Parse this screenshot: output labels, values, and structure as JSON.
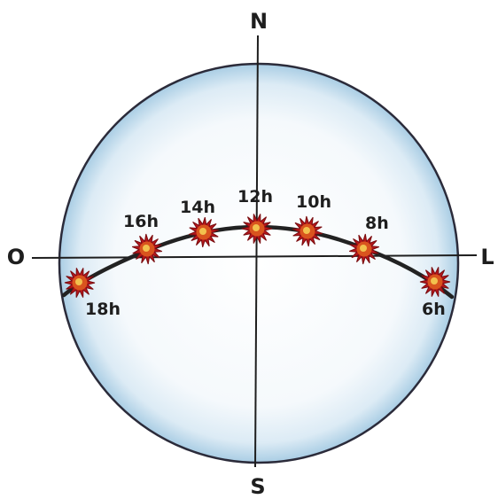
{
  "directions": {
    "north": "N",
    "south": "S",
    "west": "O",
    "east": "L"
  },
  "sun_positions": [
    {
      "label": "6h"
    },
    {
      "label": "8h"
    },
    {
      "label": "10h"
    },
    {
      "label": "12h"
    },
    {
      "label": "14h"
    },
    {
      "label": "16h"
    },
    {
      "label": "18h"
    }
  ],
  "colors": {
    "sky_fill": "#dcebf5",
    "sky_edge": "#a9cde4",
    "outline": "#2b2b3a",
    "path": "#222222",
    "sun_core": "#f2c14e",
    "sun_body": "#d9541e",
    "sun_rays": "#b5161b"
  }
}
